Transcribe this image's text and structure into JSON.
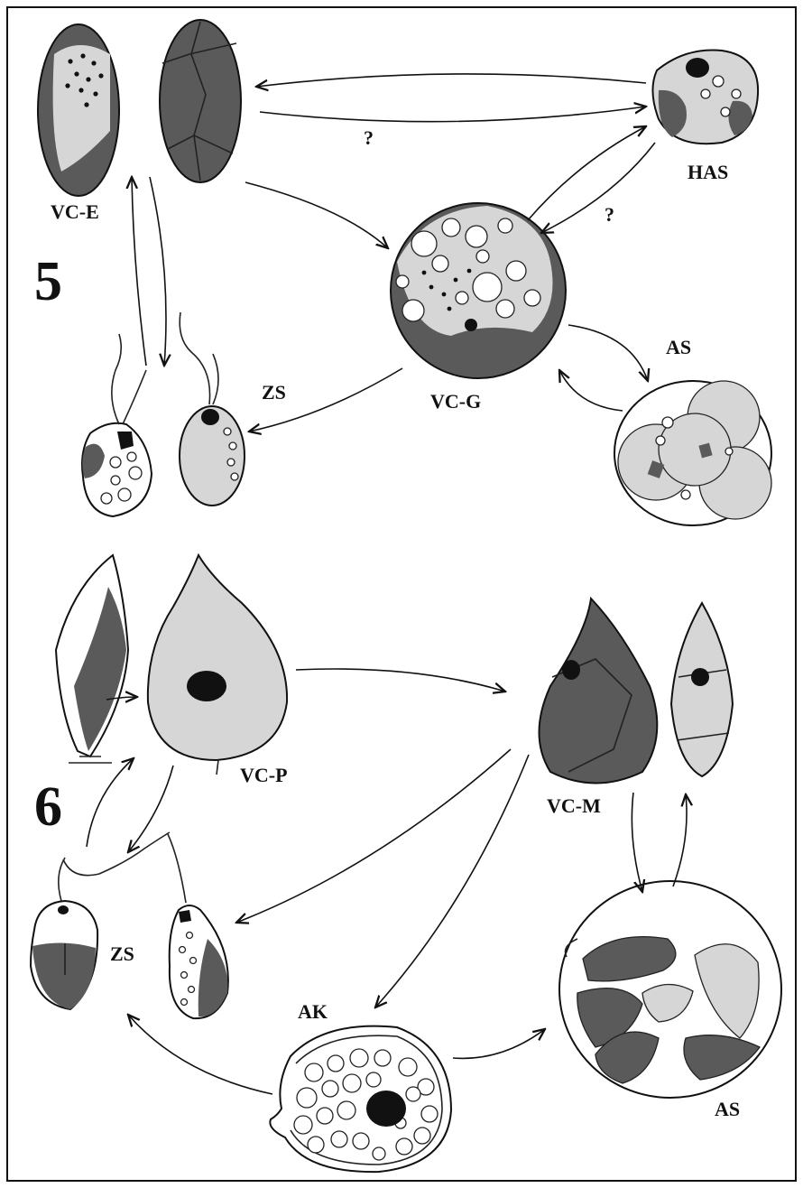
{
  "figures": [
    {
      "number": "5",
      "labels": {
        "vc_e": "VC-E",
        "has": "HAS",
        "vc_g": "VC-G",
        "as": "AS",
        "zs": "ZS",
        "q1": "?",
        "q2": "?"
      }
    },
    {
      "number": "6",
      "labels": {
        "vc_p": "VC-P",
        "vc_m": "VC-M",
        "zs": "ZS",
        "ak": "AK",
        "as": "AS"
      }
    }
  ],
  "colors": {
    "ink": "#111111",
    "dark_stipple": "#5a5a5a",
    "light_stipple": "#d6d6d6",
    "background": "#ffffff"
  }
}
